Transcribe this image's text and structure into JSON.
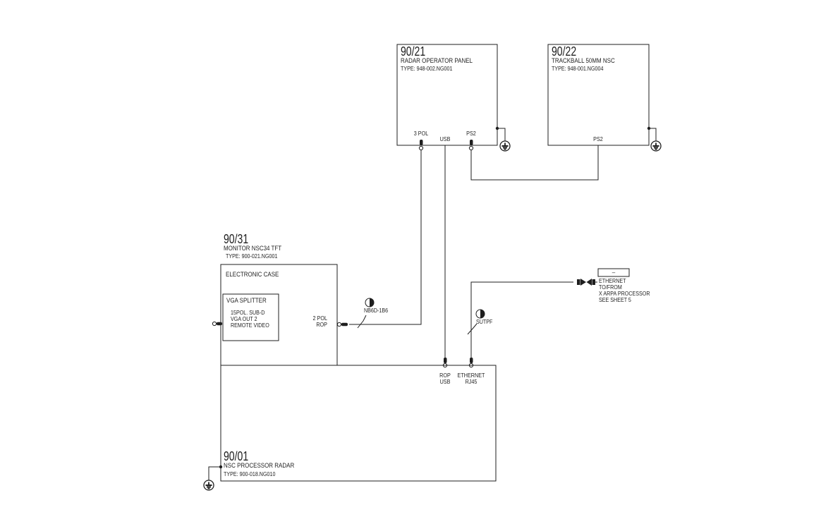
{
  "colors": {
    "ink": "#1f1f1f",
    "bg": "#ffffff"
  },
  "components": {
    "rop": {
      "id": "90/21",
      "name": "RADAR OPERATOR PANEL",
      "type": "TYPE: 948-002.NG001",
      "ports": {
        "pol3": "3 POL",
        "usb": "USB",
        "ps2": "PS2"
      }
    },
    "trackball": {
      "id": "90/22",
      "name": "TRACKBALL 50MM NSC",
      "type": "TYPE: 948-001.NG004",
      "ports": {
        "ps2": "PS2"
      }
    },
    "monitor": {
      "id": "90/31",
      "name": "MONITOR NSC34 TFT",
      "type": "TYPE: 900-021.NG001",
      "case_label": "ELECTRONIC CASE",
      "splitter": {
        "title": "VGA SPLITTER",
        "lines": [
          "15POL. SUB-D",
          "VGA OUT 2",
          "REMOTE VIDEO"
        ]
      },
      "rop_port": {
        "line1": "2 POL",
        "line2": "ROP"
      }
    },
    "processor": {
      "id": "90/01",
      "name": "NSC PROCESSOR RADAR",
      "type": "TYPE: 900-018.NG010",
      "ports": {
        "rop_usb": {
          "line1": "ROP",
          "line2": "USB"
        },
        "ethernet": {
          "line1": "ETHERNET",
          "line2": "RJ45"
        }
      }
    },
    "ethernet_ref": {
      "box_label": "–",
      "lines": [
        "ETHERNET",
        "TO/FROM",
        "X ARPA PROCESSOR",
        "SEE SHEET 5"
      ]
    }
  },
  "cables": {
    "rop_video": "NB6D-1B6",
    "ethernet": "SUTPF"
  }
}
